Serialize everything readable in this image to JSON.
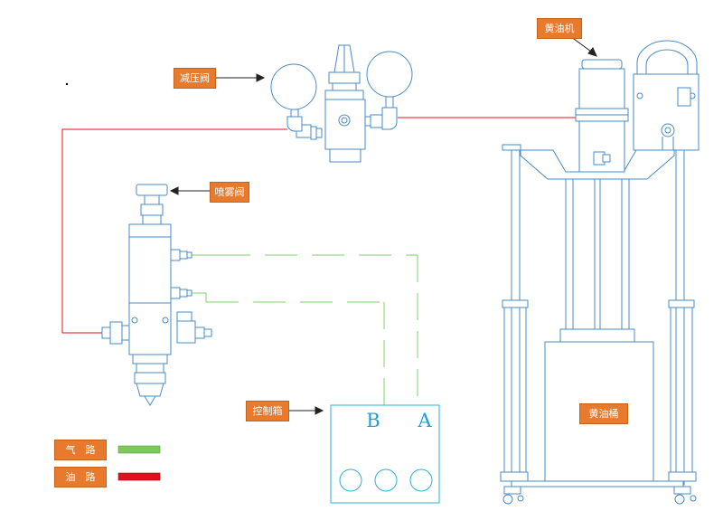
{
  "labels": {
    "grease_pump": "黄油机",
    "pressure_reducing_valve": "减压阀",
    "spray_valve": "喷雾阀",
    "control_box": "控制箱",
    "grease_bucket": "黄油桶"
  },
  "control_box": {
    "port_a": "A",
    "port_b": "B"
  },
  "legend": [
    {
      "label": "气　路",
      "color": "#7dc95e"
    },
    {
      "label": "油　路",
      "color": "#e0101a"
    }
  ],
  "colors": {
    "tag_fill": "#e87a2d",
    "equipment_stroke": "#4a8bc4",
    "air_line": "#7dd36a",
    "oil_line": "#e0101a",
    "control_box_stroke": "#2ab0d8",
    "port_label": "#1e9fd8"
  }
}
